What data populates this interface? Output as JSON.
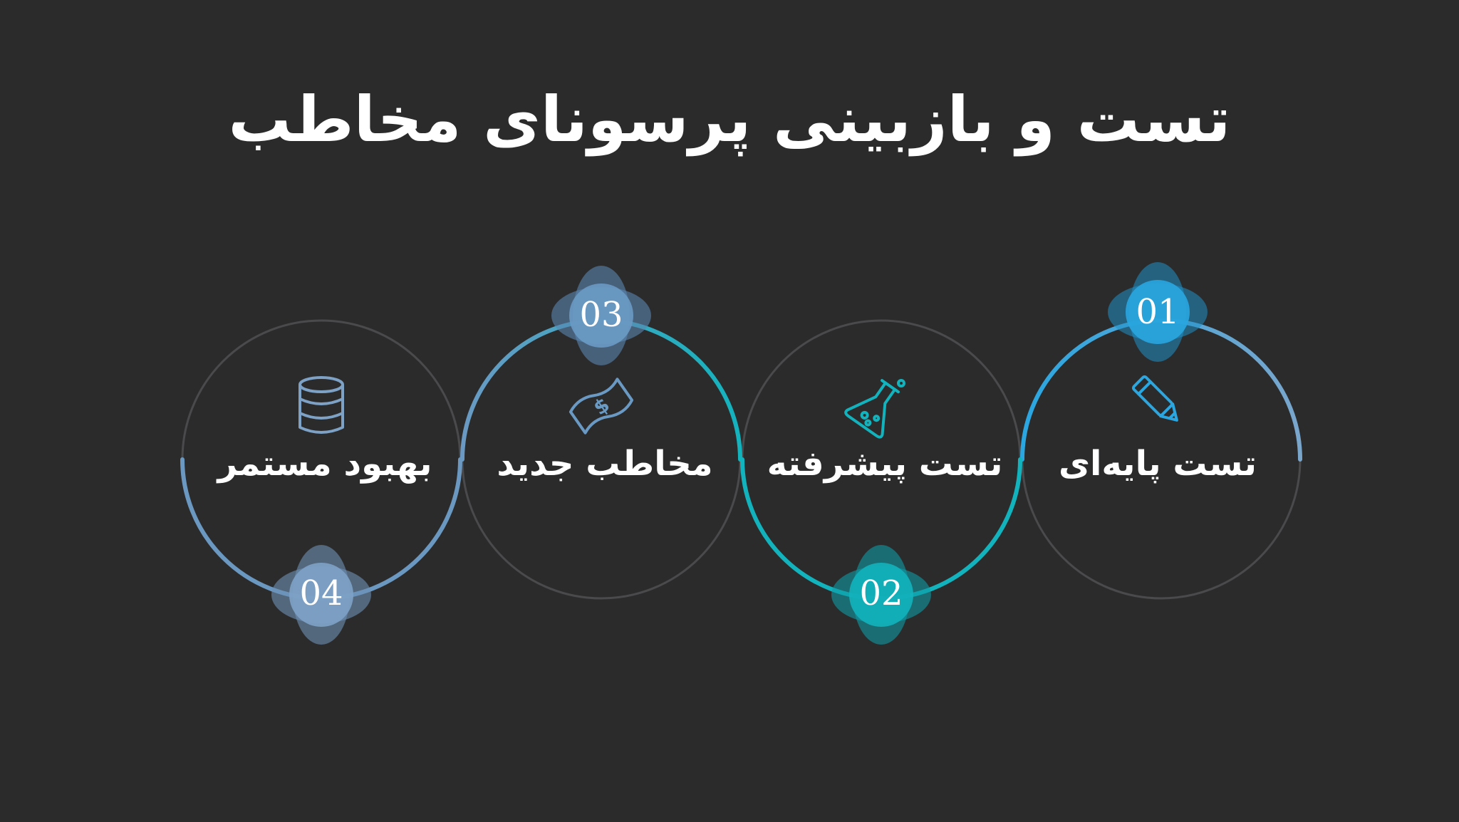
{
  "title": "تست و بازبینی پرسونای مخاطب",
  "steps": [
    {
      "number": "01",
      "label": "تست پایه‌ای",
      "icon": "pencil-icon",
      "color": "#2aa6e0"
    },
    {
      "number": "02",
      "label": "تست پیشرفته",
      "icon": "flask-icon",
      "color": "#13b3bd"
    },
    {
      "number": "03",
      "label": "مخاطب جدید",
      "icon": "money-bill-icon",
      "color": "#6a9ac4"
    },
    {
      "number": "04",
      "label": "بهبود مستمر",
      "icon": "database-icon",
      "color": "#7ea2c6"
    }
  ],
  "colors": {
    "background": "#2b2b2c",
    "circle_outline": "#4a4a4c",
    "text": "#ffffff"
  }
}
